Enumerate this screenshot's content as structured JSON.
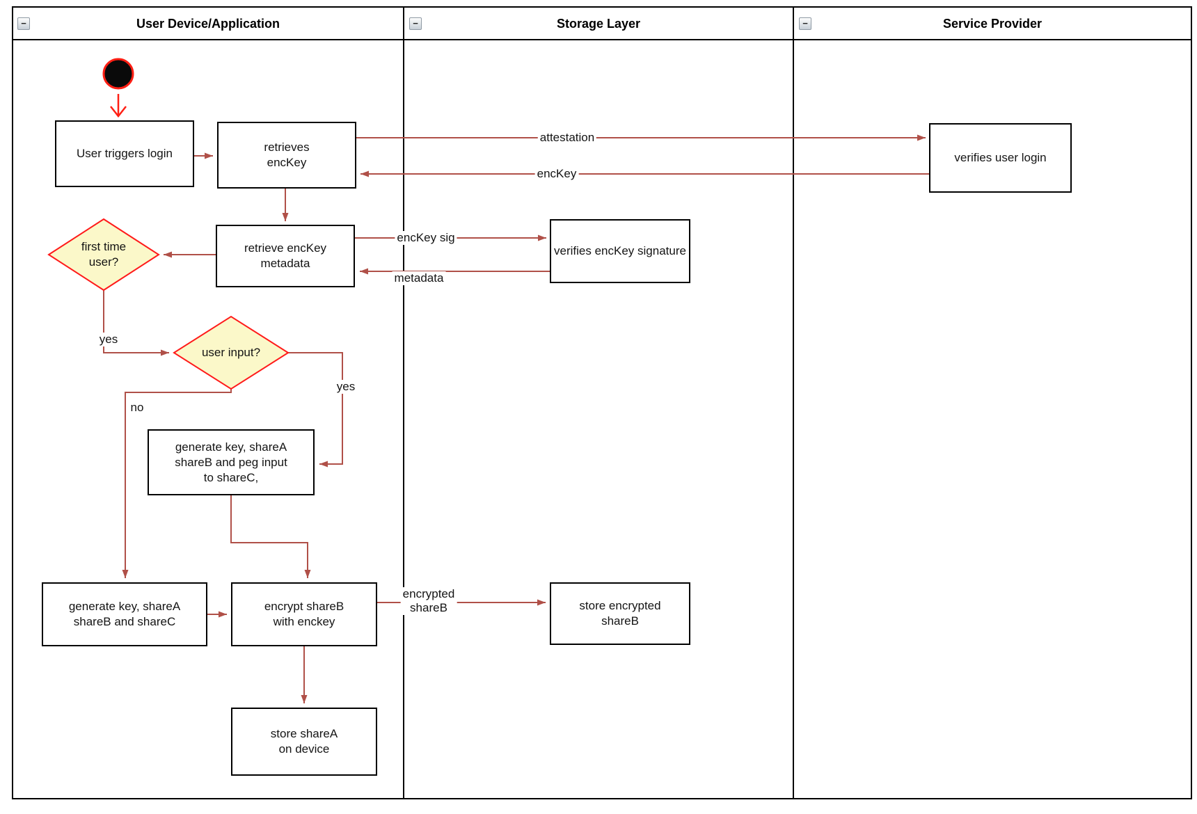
{
  "header": {
    "collapse_glyph": "−",
    "lanes": [
      {
        "label": "User Device/Application"
      },
      {
        "label": "Storage Layer"
      },
      {
        "label": "Service Provider"
      }
    ]
  },
  "nodes": {
    "start": {
      "type": "initial-node"
    },
    "user_triggers_login": {
      "label": "User triggers login"
    },
    "retrieves_enckey": {
      "label": "retrieves\nencKey"
    },
    "verifies_user_login": {
      "label": "verifies user login"
    },
    "retrieve_enckey_metadata": {
      "label": "retrieve encKey\nmetadata"
    },
    "verifies_enckey_signature": {
      "label": "verifies encKey signature"
    },
    "first_time_user": {
      "label": "first time\nuser?"
    },
    "user_input": {
      "label": "user input?"
    },
    "generate_key_peg_input": {
      "label": "generate key, shareA\nshareB and peg input\nto shareC,"
    },
    "generate_key_shares": {
      "label": "generate key, shareA\nshareB and shareC"
    },
    "encrypt_shareb": {
      "label": "encrypt shareB\nwith enckey"
    },
    "store_encrypted_shareb": {
      "label": "store encrypted\nshareB"
    },
    "store_sharea": {
      "label": "store shareA\non device"
    }
  },
  "edge_labels": {
    "attestation": "attestation",
    "enckey": "encKey",
    "enckey_sig": "encKey sig",
    "metadata": "metadata",
    "yes_first_time": "yes",
    "yes_user_input": "yes",
    "no_user_input": "no",
    "encrypted_shareb": "encrypted\nshareB"
  },
  "colors": {
    "arrow": "#B05048",
    "start_accent": "#FF1F14",
    "decision_border": "#FF1A1A",
    "decision_fill": "#FBF8C9",
    "shape_border": "#000000",
    "shape_fill": "#FFFFFF"
  }
}
